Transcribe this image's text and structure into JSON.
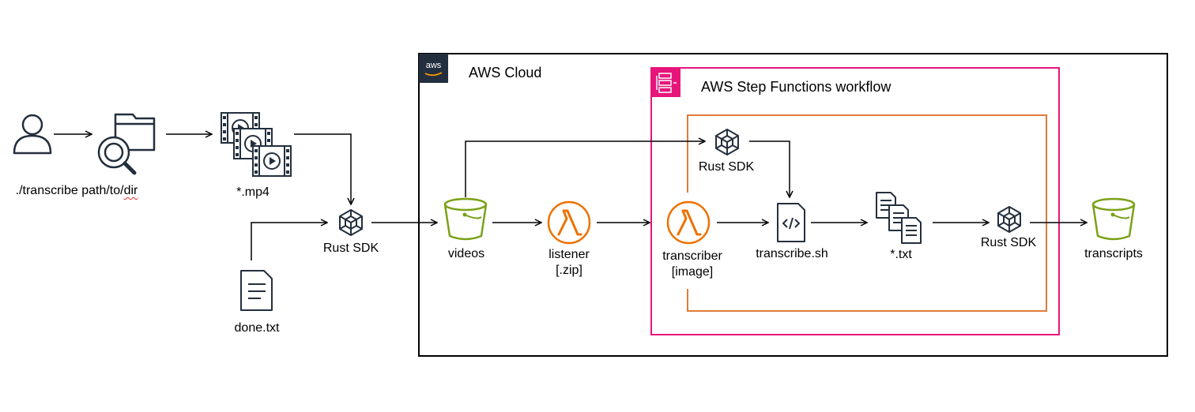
{
  "groups": {
    "aws_cloud": "AWS Cloud",
    "step_functions": "AWS Step Functions workflow"
  },
  "labels": {
    "cli_prefix": "./transcribe path/to/",
    "cli_dir": "dir",
    "mp4": "*.mp4",
    "done": "done.txt",
    "sdk_upload": "Rust SDK",
    "videos": "videos",
    "listener_1": "listener",
    "listener_2": "[.zip]",
    "transcriber_1": "transcriber",
    "transcriber_2": "[image]",
    "sdk_top": "Rust SDK",
    "script": "transcribe.sh",
    "txt": "*.txt",
    "sdk_right": "Rust SDK",
    "transcripts": "transcripts"
  },
  "icons": {
    "user": "user-icon",
    "folder_search": "folder-search-icon",
    "videos": "video-files-icon",
    "document": "document-icon",
    "sdk": "sdk-cube-icon",
    "bucket": "s3-bucket-icon",
    "lambda": "lambda-icon",
    "script": "script-file-icon",
    "text_files": "text-files-icon",
    "aws_logo": "aws-logo-icon",
    "step_functions_logo": "step-functions-icon"
  },
  "colors": {
    "aws_cloud_border": "#000000",
    "step_functions": "#e7157b",
    "workflow_box": "#e07b39",
    "lambda": "#ed7100",
    "s3": "#7aa116",
    "icon_dark": "#232f3e"
  }
}
